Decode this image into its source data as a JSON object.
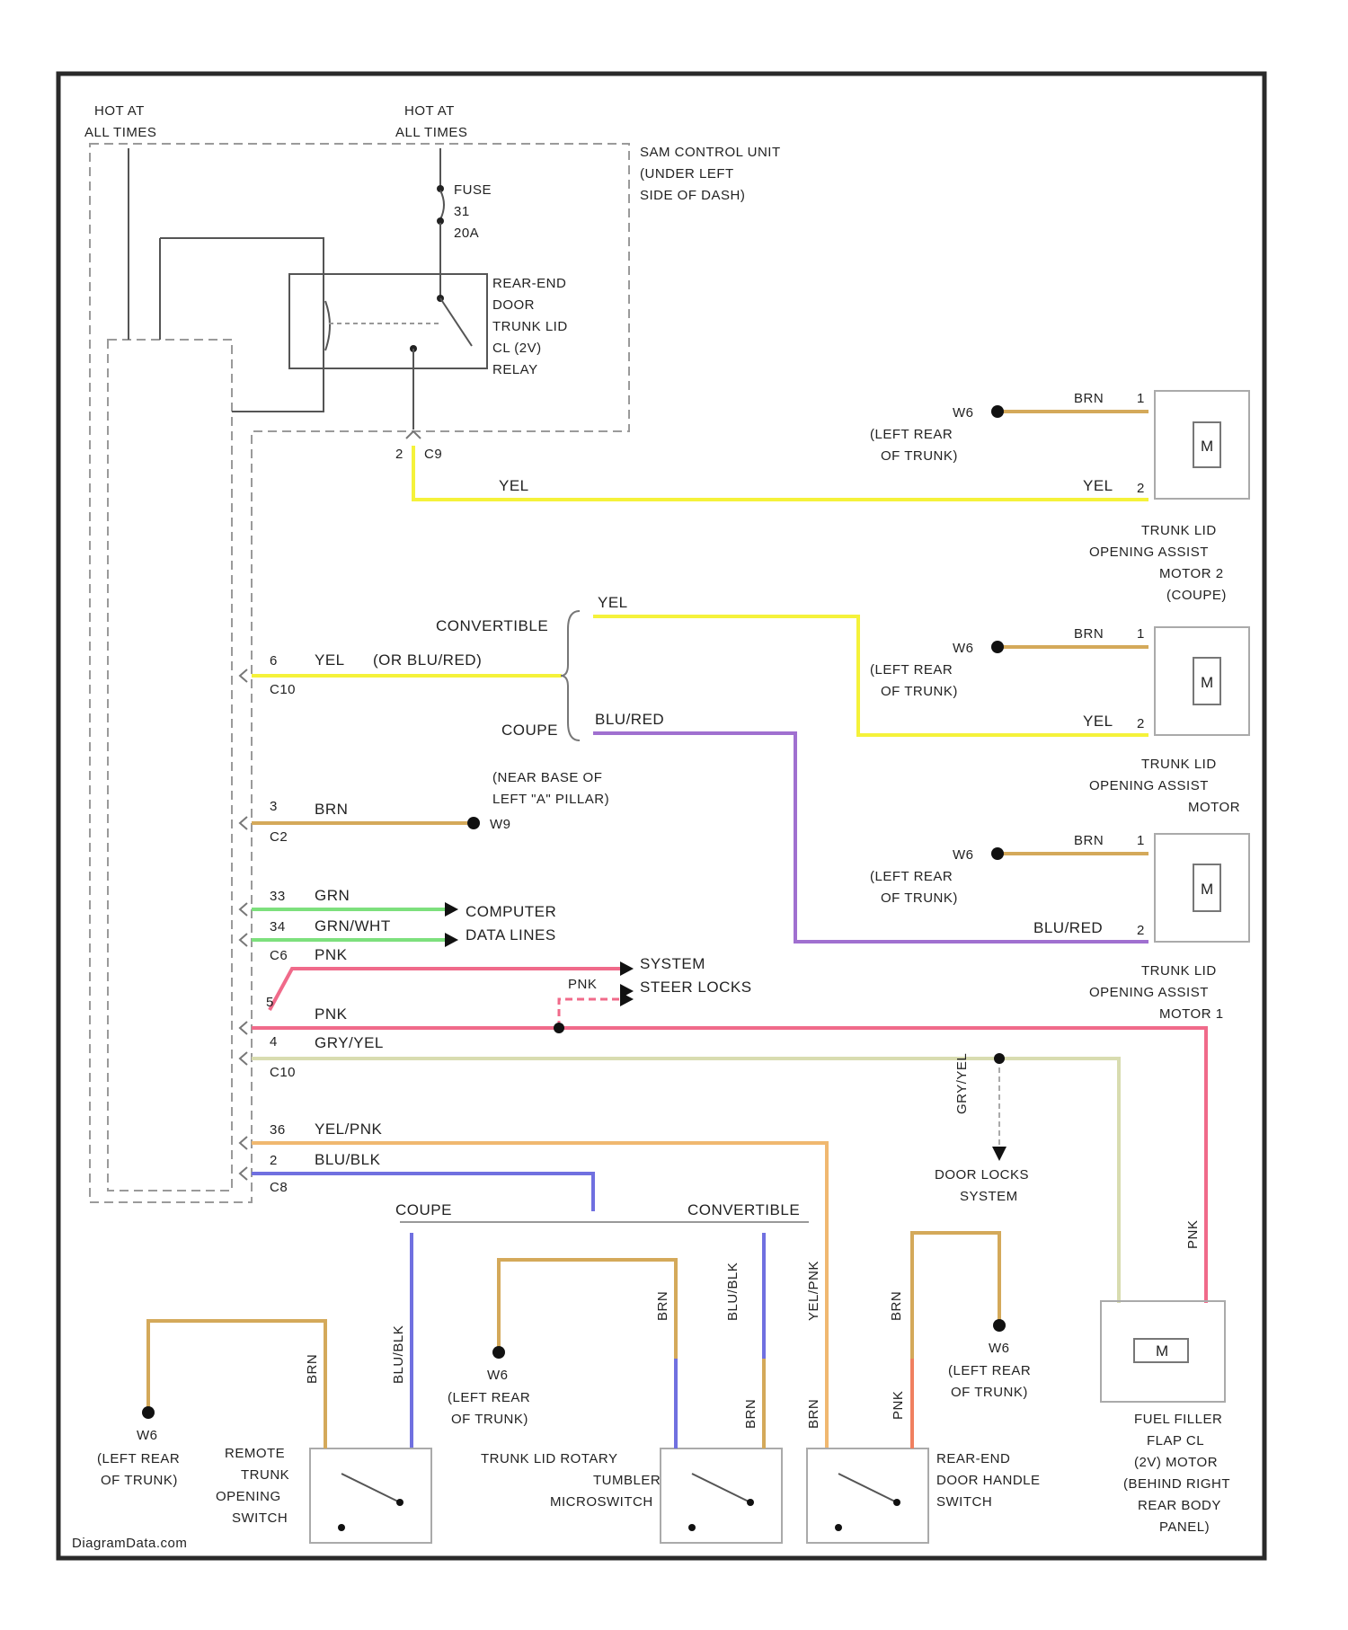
{
  "colors": {
    "frame": "#2a2a2a",
    "wire_gray": "#555555",
    "dashed": "#9a9a9a",
    "brn": "#d4a95a",
    "yel": "#f5f23a",
    "blu_red": "#a070d0",
    "grn": "#7de07d",
    "pnk": "#f06a8a",
    "gry_yel": "#d8dcb0",
    "blu_blk": "#7070e0",
    "yel_pnk": "#f0b870"
  },
  "power": {
    "hot_left": [
      "HOT AT",
      "ALL TIMES"
    ],
    "hot_right": [
      "HOT AT",
      "ALL TIMES"
    ],
    "fuse": [
      "FUSE",
      "31",
      "20A"
    ]
  },
  "sam": [
    "SAM CONTROL UNIT",
    "(UNDER LEFT",
    "SIDE OF DASH)"
  ],
  "relay": [
    "REAR-END",
    "DOOR",
    "TRUNK LID",
    "CL (2V)",
    "RELAY"
  ],
  "connectors": {
    "c9_top": [
      "2",
      "C9"
    ],
    "c10_a": [
      "6",
      "C10"
    ],
    "c2": [
      "3",
      "C2"
    ],
    "c10_b": [
      "C6"
    ],
    "c10_c": [
      "C10"
    ],
    "c8": [
      "C8"
    ]
  },
  "ground": {
    "w16": "W6",
    "left_rear_trunk": [
      "(LEFT REAR",
      "OF TRUNK)"
    ],
    "a_pillar": [
      "(NEAR BASE OF",
      "LEFT \"A\" PILLAR)"
    ],
    "w9": "W9"
  },
  "wires": {
    "yel": "YEL",
    "brn": "BRN",
    "yel_or_blu_red": "(OR BLU/RED)",
    "blu_red": "BLU/RED",
    "grn": "GRN",
    "grn_wht": "GRN/WHT",
    "pnk": "PNK",
    "gry_yel": "GRY/YEL",
    "yel_pnk": "YEL/PNK",
    "blu_blk": "BLU/BLK",
    "pins": {
      "p6": "6",
      "p3": "3",
      "p33": "33",
      "p34": "34",
      "p5": "5",
      "p4": "4",
      "p36": "36",
      "p2": "2"
    }
  },
  "variants": {
    "convertible": "CONVERTIBLE",
    "coupe": "COUPE"
  },
  "motors": {
    "motor2": [
      "TRUNK LID",
      "OPENING ASSIST",
      "MOTOR 2",
      "(COUPE)"
    ],
    "motor": [
      "TRUNK LID",
      "OPENING ASSIST",
      "MOTOR"
    ],
    "motor1": [
      "TRUNK LID",
      "OPENING ASSIST",
      "MOTOR 1"
    ],
    "m": "M",
    "pin1": "1",
    "pin2": "2"
  },
  "systems": {
    "computer": [
      "COMPUTER",
      "DATA LINES"
    ],
    "system_locks": [
      "SYSTEM",
      "STEER LOCKS"
    ],
    "door_locks": [
      "DOOR LOCKS",
      "SYSTEM"
    ]
  },
  "fuel": [
    "FUEL FILLER",
    "FLAP CL",
    "(2V) MOTOR",
    "(BEHIND RIGHT",
    "REAR BODY",
    "PANEL)"
  ],
  "switches": {
    "remote": [
      "REMOTE",
      "TRUNK",
      "OPENING",
      "SWITCH"
    ],
    "rotary": [
      "TRUNK LID ROTARY",
      "TUMBLER",
      "MICROSWITCH"
    ],
    "handle": [
      "REAR-END",
      "DOOR HANDLE",
      "SWITCH"
    ]
  },
  "footer": "DiagramData.com"
}
